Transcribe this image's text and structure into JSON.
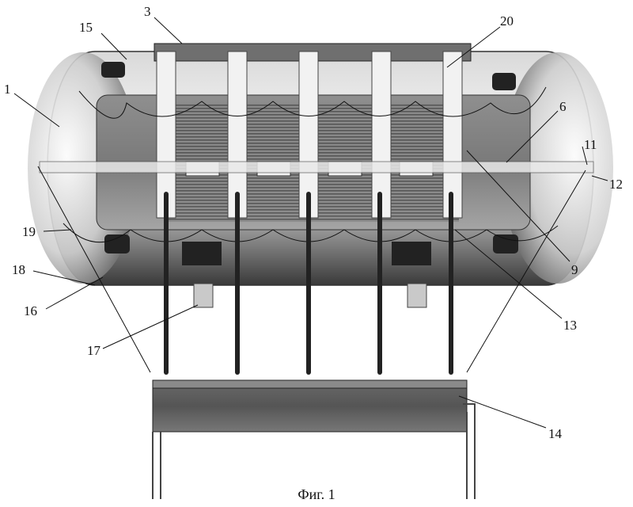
{
  "caption": "Фиг. 1",
  "labels": {
    "l1": "1",
    "l3": "3",
    "l6": "6",
    "l9": "9",
    "l11": "11",
    "l12": "12",
    "l13": "13",
    "l14": "14",
    "l15": "15",
    "l16": "16",
    "l17": "17",
    "l18": "18",
    "l19": "19",
    "l20": "20"
  }
}
